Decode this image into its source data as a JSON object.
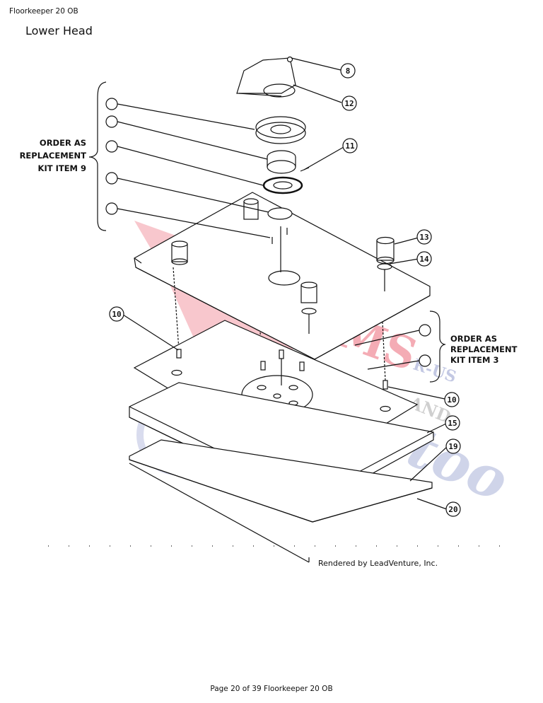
{
  "header": {
    "doc_name": "Floorkeeper 20 OB"
  },
  "section_title": "Lower Head",
  "kit9_label": [
    "ORDER AS",
    "REPLACEMENT",
    "KIT ITEM 9"
  ],
  "kit3_label": [
    "ORDER AS",
    "REPLACEMENT",
    "KIT ITEM 3"
  ],
  "callouts": {
    "c8": "8",
    "c12": "12",
    "c11": "11",
    "c13": "13",
    "c14": "14",
    "c10a": "10",
    "c10b": "10",
    "c15": "15",
    "c19": "19",
    "c20": "20"
  },
  "credit": "Rendered by LeadVenture, Inc.",
  "watermark": {
    "w1": "VACUUMS",
    "w2": "Sewing too",
    "w3": "R-US",
    "w4": "AND"
  },
  "footer": "Page 20 of 39 Floorkeeper 20 OB",
  "colors": {
    "watermark_red": "#e0001b",
    "watermark_blue": "#2b3e9e",
    "line": "#111111"
  }
}
